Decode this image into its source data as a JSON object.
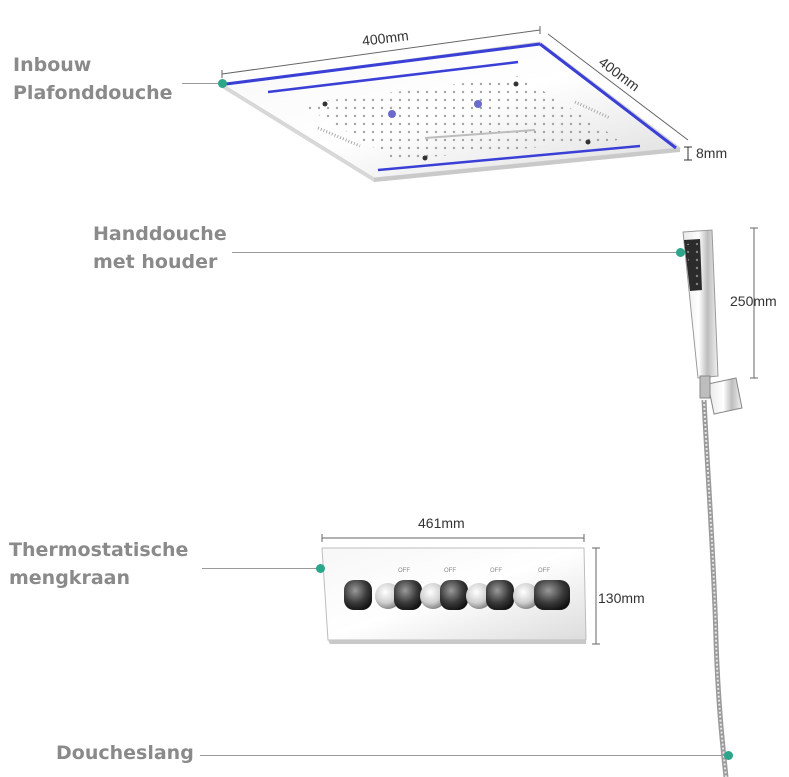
{
  "labels": {
    "ceiling_shower": [
      "Inbouw",
      "Plafonddouche"
    ],
    "hand_shower": [
      "Handdouche",
      "met houder"
    ],
    "thermostat": [
      "Thermostatische",
      "mengkraan"
    ],
    "hose": "Doucheslang"
  },
  "dimensions": {
    "ceiling_width": "400mm",
    "ceiling_depth": "400mm",
    "ceiling_thickness": "8mm",
    "hand_length": "250mm",
    "thermo_width": "461mm",
    "thermo_height": "130mm"
  },
  "valve_marks": [
    "OFF",
    "OFF",
    "OFF",
    "OFF"
  ],
  "colors": {
    "accent_dot": "#2aa68a",
    "led": "#3a3fd6",
    "label": "#8a8a8a"
  }
}
